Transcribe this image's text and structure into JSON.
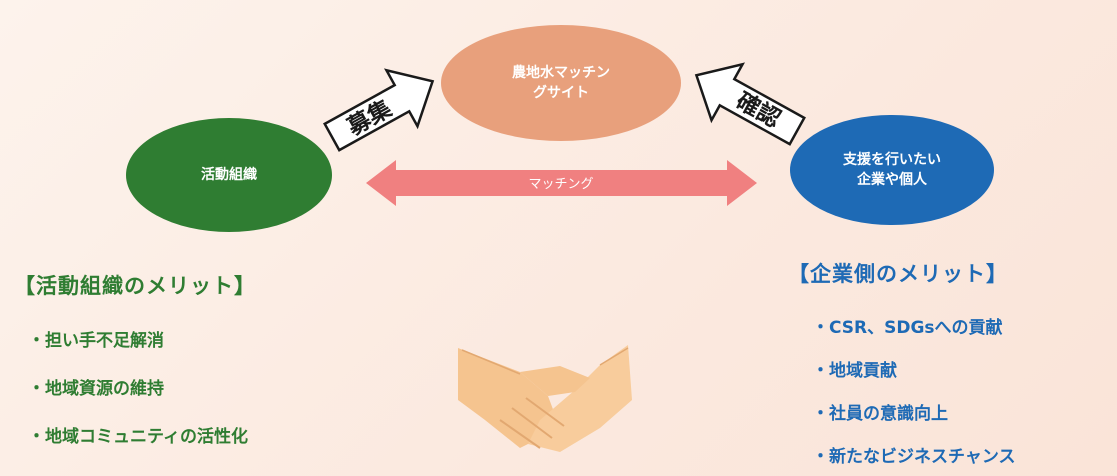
{
  "center_node": {
    "label": "農地水マッチン\nグサイト",
    "color": "#e8a07c"
  },
  "left_node": {
    "label": "活動組織",
    "color": "#2f7d32"
  },
  "right_node": {
    "label": "支援を行いたい\n企業や個人",
    "color": "#1e6ab5"
  },
  "arrow_left_label": "募集",
  "arrow_right_label": "確認",
  "matching_arrow": {
    "label": "マッチング",
    "color": "#f08080"
  },
  "left_section": {
    "heading": "【活動組織のメリット】",
    "items": [
      "・担い手不足解消",
      "・地域資源の維持",
      "・地域コミュニティの活性化"
    ]
  },
  "right_section": {
    "heading": "【企業側のメリット】",
    "items": [
      "・CSR、SDGsへの貢献",
      "・地域貢献",
      "・社員の意識向上",
      "・新たなビジネスチャンス"
    ]
  },
  "illustration": "handshake-icon"
}
